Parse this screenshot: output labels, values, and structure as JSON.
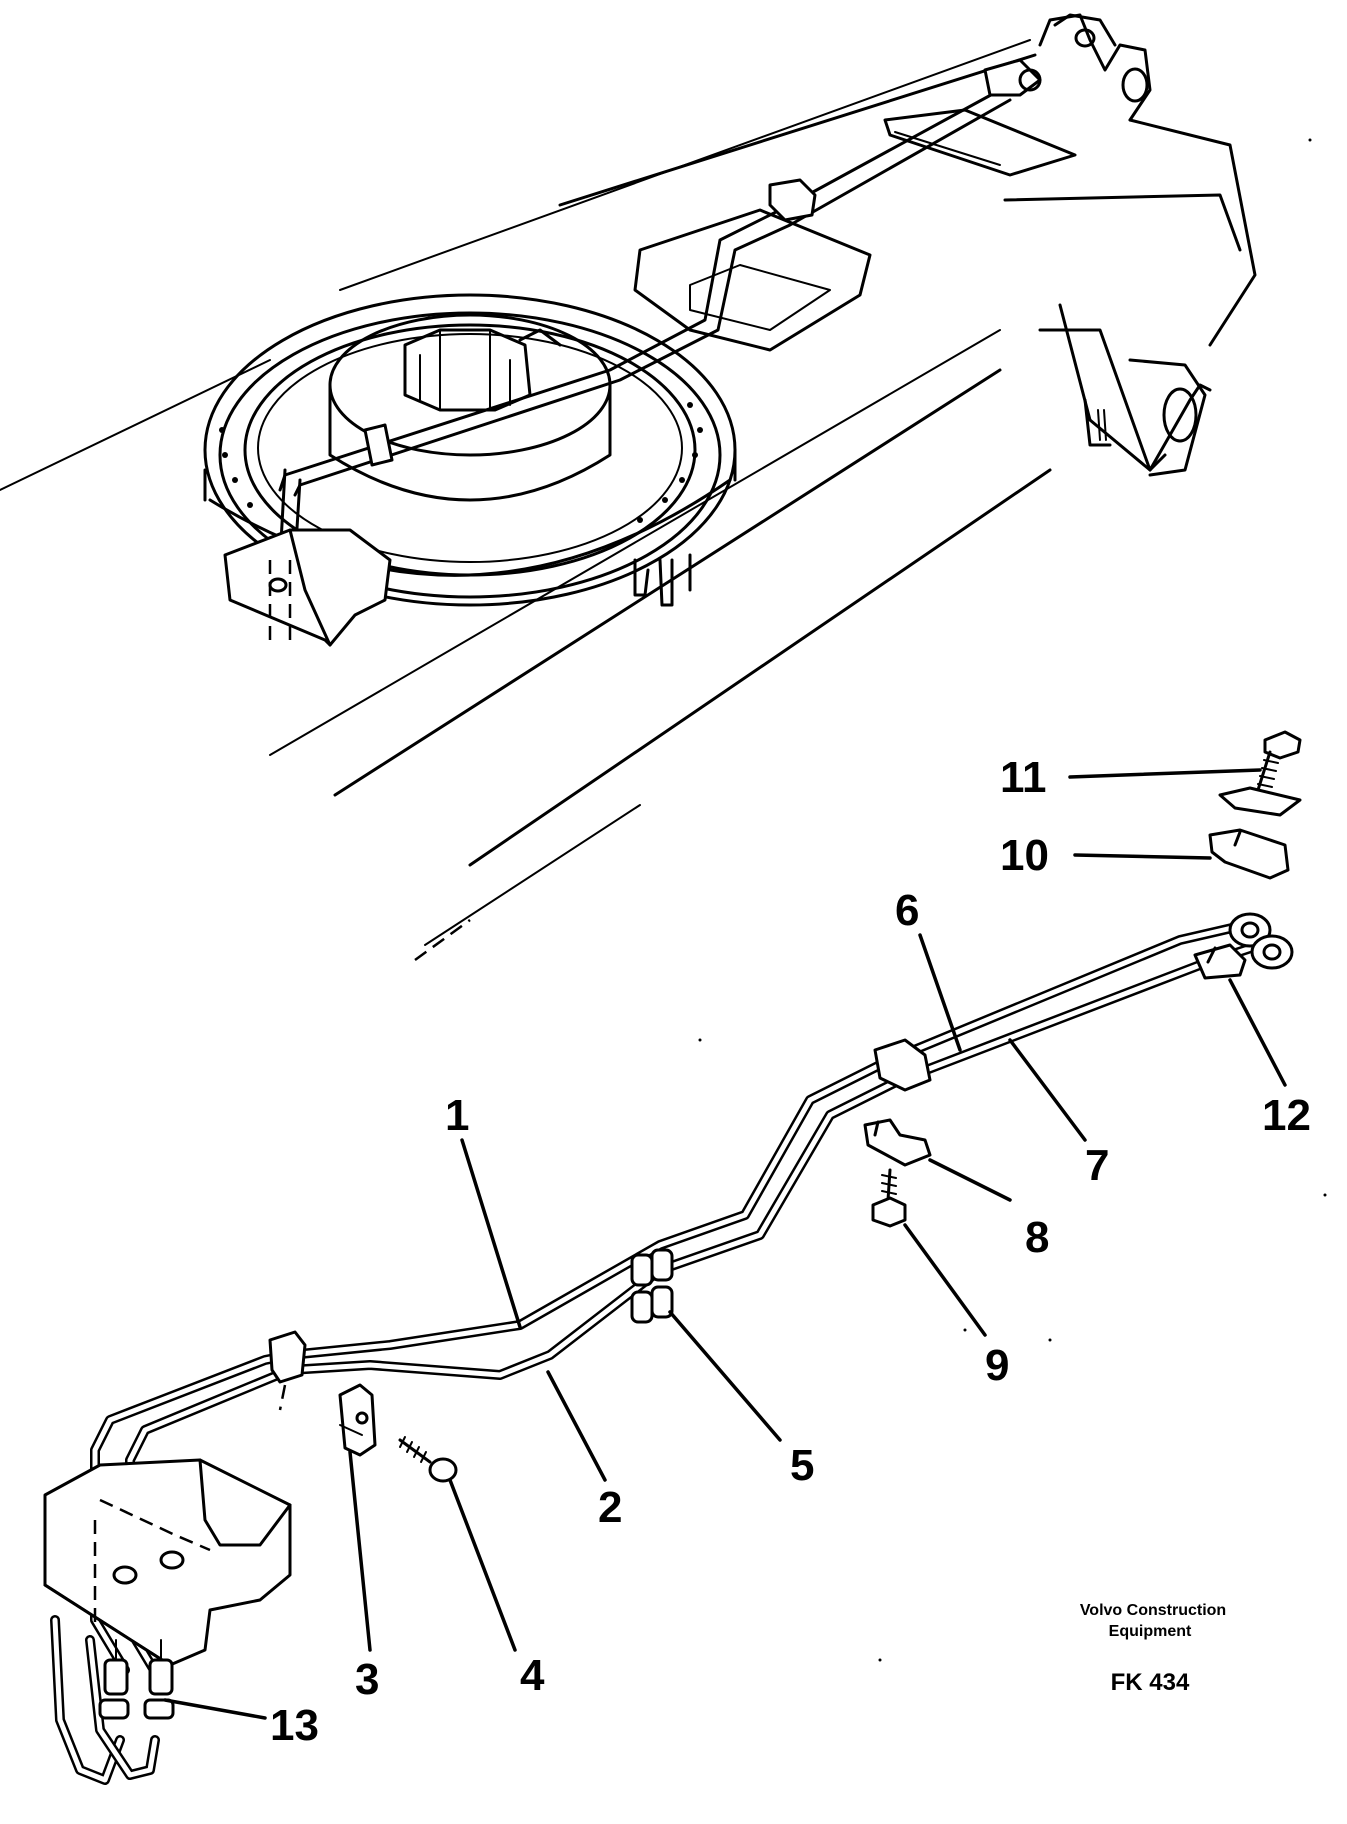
{
  "callouts": {
    "c1": "1",
    "c2": "2",
    "c3": "3",
    "c4": "4",
    "c5": "5",
    "c6": "6",
    "c7": "7",
    "c8": "8",
    "c9": "9",
    "c10": "10",
    "c11": "11",
    "c12": "12",
    "c13": "13"
  },
  "footer": {
    "company_line1": "Volvo Construction",
    "company_line2": "Equipment",
    "figure_id": "FK 434"
  }
}
